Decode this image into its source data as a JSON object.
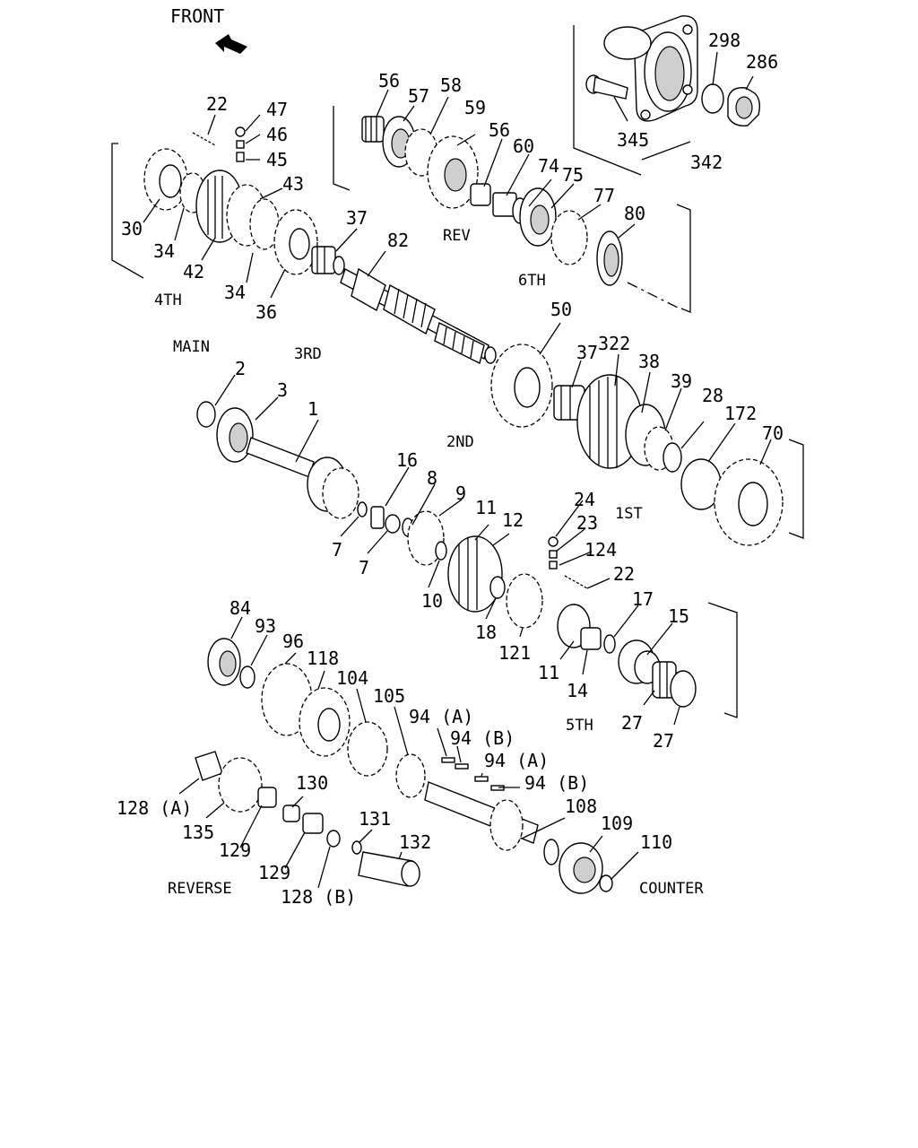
{
  "sections": {
    "front": "FRONT",
    "main": "MAIN",
    "counter": "COUNTER",
    "reverse": "REVERSE",
    "gear_1st": "1ST",
    "gear_2nd": "2ND",
    "gear_3rd": "3RD",
    "gear_4th": "4TH",
    "gear_5th": "5TH",
    "gear_6th": "6TH",
    "gear_rev": "REV"
  },
  "callouts": [
    "1",
    "2",
    "3",
    "7",
    "7",
    "8",
    "9",
    "10",
    "11",
    "11",
    "12",
    "14",
    "15",
    "16",
    "17",
    "18",
    "22",
    "22",
    "23",
    "24",
    "27",
    "27",
    "28",
    "30",
    "34",
    "34",
    "36",
    "37",
    "37",
    "38",
    "39",
    "42",
    "43",
    "45",
    "46",
    "47",
    "50",
    "56",
    "56",
    "57",
    "58",
    "59",
    "60",
    "70",
    "74",
    "75",
    "77",
    "80",
    "82",
    "84",
    "93",
    "94 (A)",
    "94 (B)",
    "94 (A)",
    "94 (B)",
    "96",
    "104",
    "105",
    "108",
    "109",
    "110",
    "118",
    "121",
    "124",
    "128 (A)",
    "128 (B)",
    "129",
    "129",
    "130",
    "131",
    "132",
    "135",
    "172",
    "286",
    "298",
    "322",
    "342",
    "345"
  ],
  "colors": {
    "line": "#000000",
    "background": "#ffffff",
    "shade": "#cfcfcf"
  }
}
